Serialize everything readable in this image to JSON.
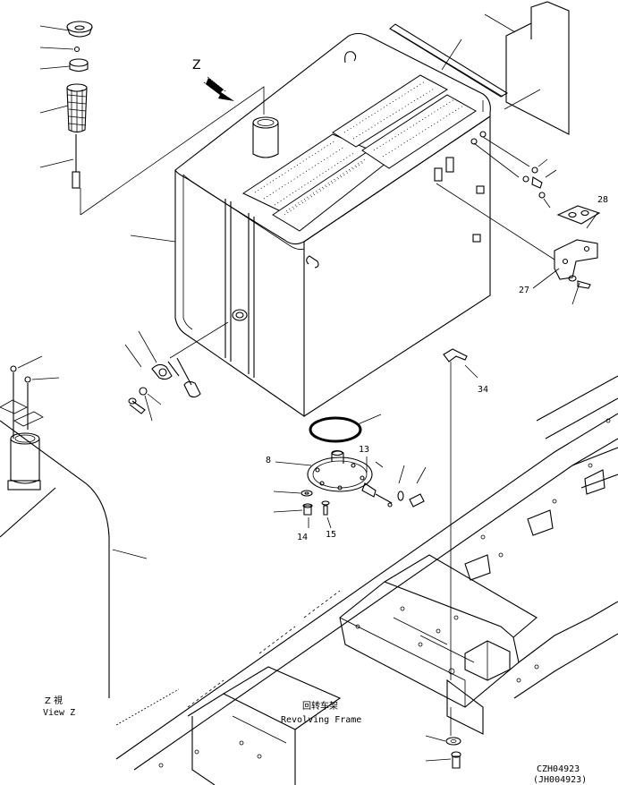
{
  "callouts": {
    "c8": "8",
    "c13": "13",
    "c14": "14",
    "c15": "15",
    "c27": "27",
    "c28": "28",
    "c34": "34"
  },
  "view": {
    "arrow_letter": "Z",
    "label_cn": "Z 視",
    "label_en": "View Z"
  },
  "frame": {
    "label_cn": "回转车架",
    "label_en": "Revolving Frame"
  },
  "codes": {
    "primary": "CZH04923",
    "secondary": "(JH004923)"
  }
}
